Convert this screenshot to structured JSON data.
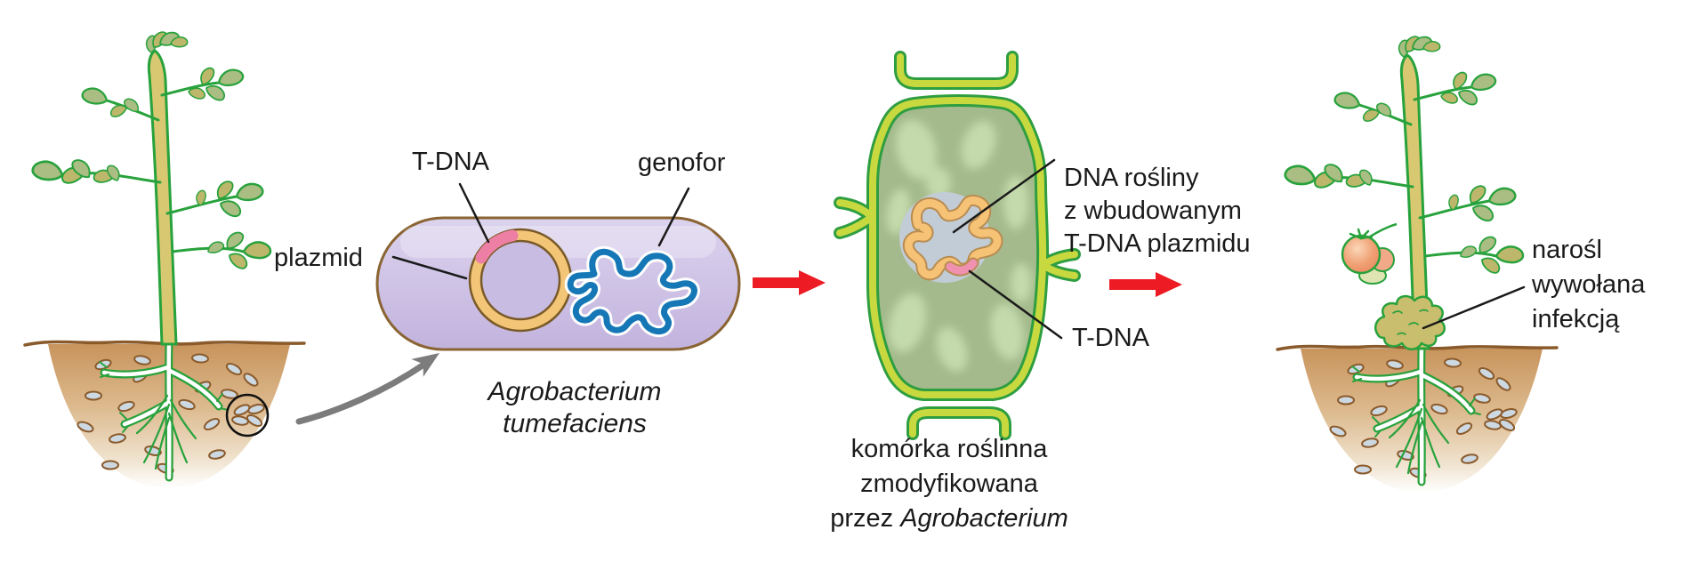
{
  "figure_type": "biology-process-diagram",
  "healthy_plant": {
    "description_visible_text": "",
    "soil_circle_annotation": "circled soil bacteria"
  },
  "bacterium": {
    "label_t_dna": "T-DNA",
    "label_plazmid": "plazmid",
    "label_genofor": "genofor",
    "caption_line1": "Agrobacterium",
    "caption_line2": "tumefaciens"
  },
  "plant_cell": {
    "label_dna_line1": "DNA rośliny",
    "label_dna_line2": "z wbudowanym",
    "label_dna_line3": "T-DNA plazmidu",
    "label_t_dna": "T-DNA",
    "caption_line1": "komórka roślinna",
    "caption_line2": "zmodyfikowana",
    "caption_line3_normal": "przez ",
    "caption_line3_italic": "Agrobacterium"
  },
  "infected_plant": {
    "label_line1": "narośl",
    "label_line2": "wywołana",
    "label_line3": "infekcją"
  },
  "icons": {
    "gray_curved_arrow": "infection-transfer-arrow",
    "red_arrow_1": "process-step-arrow",
    "red_arrow_2": "process-step-arrow"
  },
  "colors": {
    "red_arrow": "#ed1c24",
    "gray_arrow": "#7c7c7c",
    "bacterium_fill": "#c9bce3",
    "bacterium_outline": "#8a6432",
    "plasmid_ring": "#f2c577",
    "t_dna_pink": "#ee7fa4",
    "genofor_blue": "#1577b5",
    "cell_wall_yellow": "#c8d93f",
    "cell_wall_green": "#2f9e41",
    "cell_interior": "#a4ba8c",
    "nucleus": "#c1ccd6",
    "plant_dna_orange": "#f5c276",
    "soil_brown": "#c8945c",
    "leaf_green": "#aabd83",
    "leaf_olive": "#bcb76a",
    "stem": "#d9c872",
    "tomato": "#e97f58",
    "label_text": "#1a1a1a"
  }
}
